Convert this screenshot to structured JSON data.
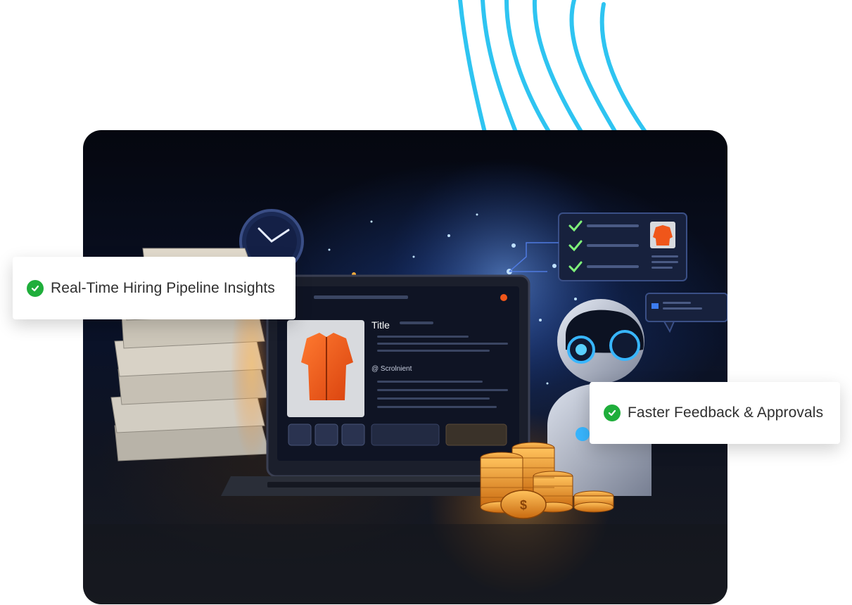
{
  "badges": [
    {
      "label": "Real-Time Hiring Pipeline Insights"
    },
    {
      "label": "Faster Feedback & Approvals"
    }
  ],
  "screen": {
    "title": "Title",
    "subtitle": "@ Scrolnient"
  },
  "colors": {
    "wave": "#2ec4f1",
    "check": "#1fae3b",
    "jacket": "#f0561a",
    "coin": "#f0a028"
  }
}
